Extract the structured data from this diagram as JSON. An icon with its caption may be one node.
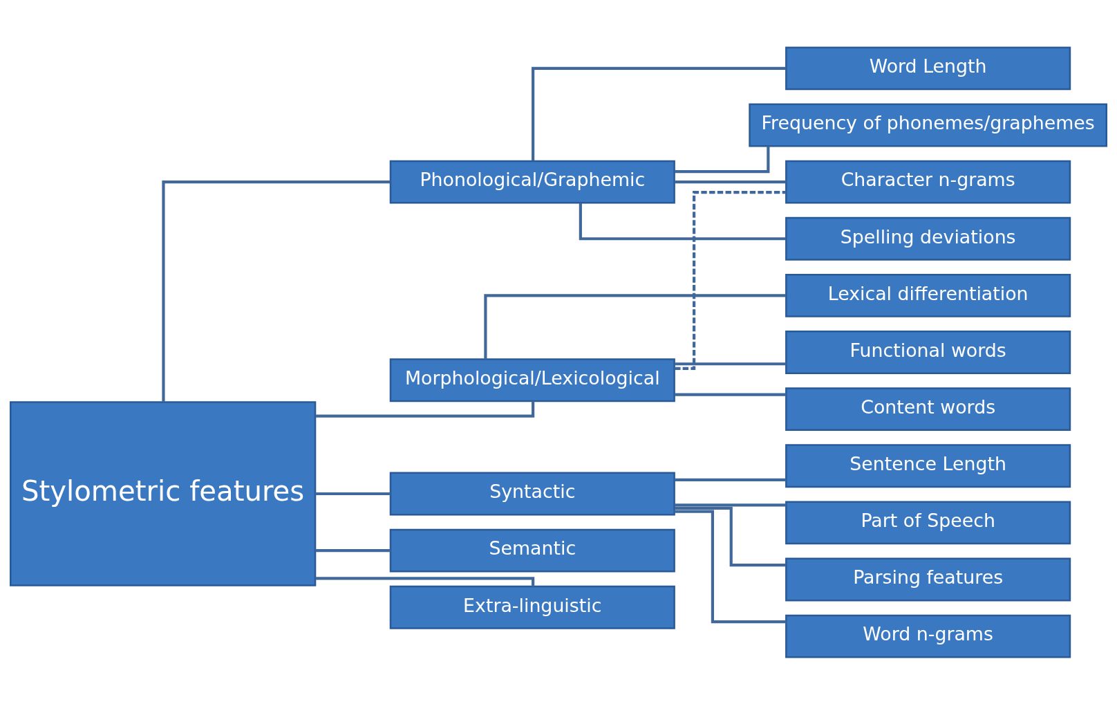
{
  "diagram": {
    "nodes": [
      {
        "text": [
          "Stylometric features"
        ]
      },
      {
        "text": [
          "Phonological/Graphemic"
        ]
      },
      {
        "text": [
          "Morphological/Lexicological"
        ]
      },
      {
        "text": [
          "Syntactic"
        ]
      },
      {
        "text": [
          "Semantic"
        ]
      },
      {
        "text": [
          "Extra-linguistic"
        ]
      },
      {
        "text": [
          "Word Length"
        ]
      },
      {
        "text": [
          "Frequency of phonemes/graphemes"
        ]
      },
      {
        "text": [
          "Character n-grams"
        ]
      },
      {
        "text": [
          "Spelling deviations"
        ]
      },
      {
        "text": [
          "Lexical differentiation"
        ]
      },
      {
        "text": [
          "Functional words"
        ]
      },
      {
        "text": [
          "Content words"
        ]
      },
      {
        "text": [
          "Sentence Length"
        ]
      },
      {
        "text": [
          "Part of Speech"
        ]
      },
      {
        "text": [
          "Parsing features"
        ]
      },
      {
        "text": [
          "Word n-grams"
        ]
      }
    ],
    "edges": [
      {
        "from": 0,
        "to": 1,
        "arrow": "none"
      },
      {
        "from": 0,
        "to": 2,
        "arrow": "none"
      },
      {
        "from": 0,
        "to": 3,
        "arrow": "none"
      },
      {
        "from": 0,
        "to": 4,
        "arrow": "none"
      },
      {
        "from": 0,
        "to": 5,
        "arrow": "none"
      },
      {
        "from": 1,
        "to": 6,
        "arrow": "none"
      },
      {
        "from": 1,
        "to": 7,
        "arrow": "none"
      },
      {
        "from": 1,
        "to": 8,
        "arrow": "none"
      },
      {
        "from": 1,
        "to": 9,
        "arrow": "none"
      },
      {
        "from": 2,
        "to": 8,
        "arrow": "none",
        "style": "dashed"
      },
      {
        "from": 2,
        "to": 10,
        "arrow": "none"
      },
      {
        "from": 2,
        "to": 11,
        "arrow": "none"
      },
      {
        "from": 2,
        "to": 12,
        "arrow": "none"
      },
      {
        "from": 3,
        "to": 13,
        "arrow": "none"
      },
      {
        "from": 3,
        "to": 14,
        "arrow": "none"
      },
      {
        "from": 3,
        "to": 15,
        "arrow": "none"
      },
      {
        "from": 3,
        "to": 16,
        "arrow": "none"
      }
    ]
  }
}
